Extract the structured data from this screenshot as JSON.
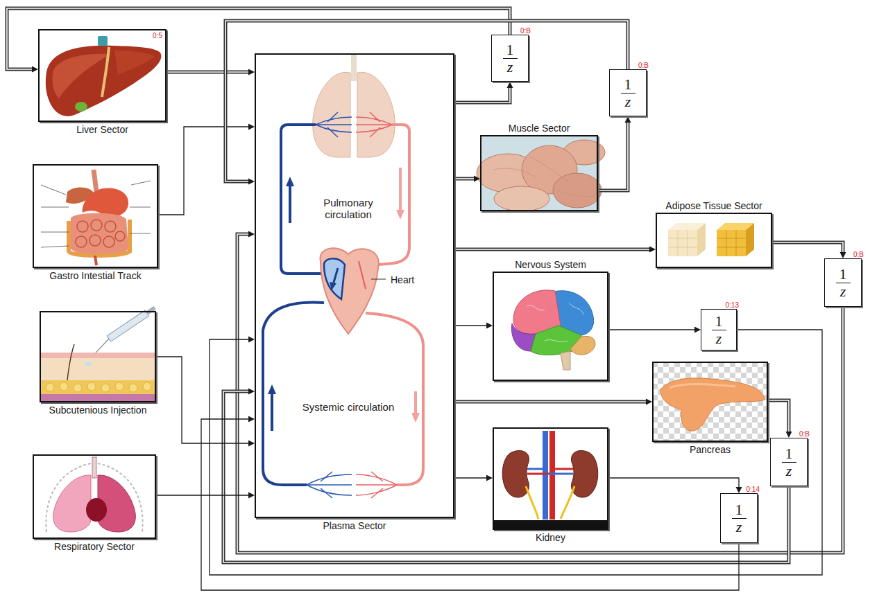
{
  "diagram": {
    "nodes": [
      {
        "text": [
          "Liver Sector",
          "0:5"
        ]
      },
      {
        "text": [
          "1",
          "z",
          "0:B"
        ]
      },
      {
        "text": [
          "1",
          "z",
          "0:B"
        ]
      },
      {
        "text": [
          "Pulmonary circulation",
          "Heart",
          "Systemic circulation",
          "Plasma Sector"
        ]
      },
      {
        "text": [
          "Gastro Intestial Track"
        ]
      },
      {
        "text": [
          "Muscle Sector"
        ]
      },
      {
        "text": [
          "Adipose Tissue Sector"
        ]
      },
      {
        "text": [
          "1",
          "z",
          "0:B"
        ]
      },
      {
        "text": [
          "Subcutenious Injection"
        ]
      },
      {
        "text": [
          "Nervous System"
        ]
      },
      {
        "text": [
          "1",
          "z",
          "0:13"
        ]
      },
      {
        "text": [
          "Pancreas"
        ]
      },
      {
        "text": [
          "1",
          "z",
          "0:B"
        ]
      },
      {
        "text": [
          "Respiratory Sector"
        ]
      },
      {
        "text": [
          "Kidney"
        ]
      },
      {
        "text": [
          "1",
          "z",
          "0:14"
        ]
      }
    ],
    "edges": [
      {
        "from": 0,
        "to": 3,
        "arrow": "to"
      },
      {
        "from": 3,
        "to": 1,
        "arrow": "to"
      },
      {
        "from": 1,
        "to": 0,
        "arrow": "to"
      },
      {
        "from": 4,
        "to": 3,
        "arrow": "to"
      },
      {
        "from": 3,
        "to": 5,
        "arrow": "to"
      },
      {
        "from": 5,
        "to": 2,
        "arrow": "to"
      },
      {
        "from": 2,
        "to": 3,
        "arrow": "to"
      },
      {
        "from": 3,
        "to": 6,
        "arrow": "to"
      },
      {
        "from": 6,
        "to": 7,
        "arrow": "to"
      },
      {
        "from": 7,
        "to": 3,
        "arrow": "to"
      },
      {
        "from": 3,
        "to": 9,
        "arrow": "to"
      },
      {
        "from": 9,
        "to": 10,
        "arrow": "to"
      },
      {
        "from": 10,
        "to": 3,
        "arrow": "to"
      },
      {
        "from": 3,
        "to": 11,
        "arrow": "to"
      },
      {
        "from": 11,
        "to": 12,
        "arrow": "to"
      },
      {
        "from": 12,
        "to": 3,
        "arrow": "to"
      },
      {
        "from": 3,
        "to": 14,
        "arrow": "to"
      },
      {
        "from": 14,
        "to": 15,
        "arrow": "to"
      },
      {
        "from": 15,
        "to": 3,
        "arrow": "to"
      },
      {
        "from": 8,
        "to": 3,
        "arrow": "to"
      },
      {
        "from": 13,
        "to": 3,
        "arrow": "to"
      }
    ]
  }
}
